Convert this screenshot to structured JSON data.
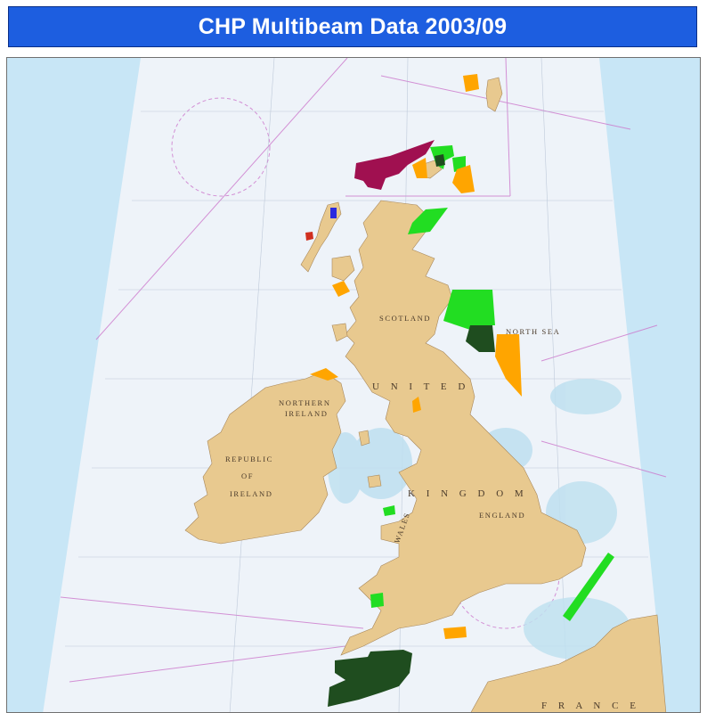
{
  "title": "CHP Multibeam Data 2003/09",
  "map": {
    "labels": {
      "scotland": "SCOTLAND",
      "north_sea": "NORTH SEA",
      "united": "U N I T E D",
      "kingdom": "K I N G D O M",
      "england": "ENGLAND",
      "northern_ireland_1": "NORTHERN",
      "northern_ireland_2": "IRELAND",
      "republic_1": "REPUBLIC",
      "republic_2": "OF",
      "republic_3": "IRELAND",
      "wales": "WALES",
      "france": "F R A N C E"
    },
    "colors": {
      "sea": "#eef3f9",
      "land": "#e8c98f",
      "frame": "#c8e6f6",
      "light_green": "#22dd22",
      "dark_green": "#1f4d1f",
      "orange": "#ffa500",
      "maroon": "#a01050",
      "route_lines": "#cc66cc"
    }
  }
}
